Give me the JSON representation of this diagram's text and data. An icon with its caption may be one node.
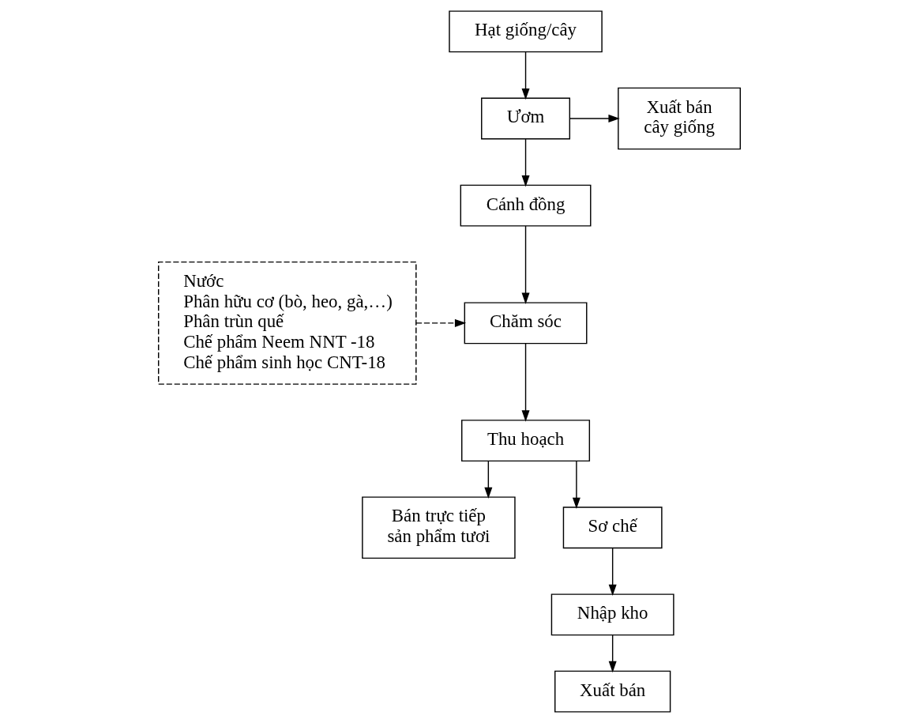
{
  "diagram": {
    "nodes": [
      {
        "text": [
          "Hạt giống/cây"
        ]
      },
      {
        "text": [
          "Ươm"
        ]
      },
      {
        "text": [
          "Xuất bán cây giống"
        ]
      },
      {
        "text": [
          "Nước",
          "Phân hữu cơ (bò, heo, gà,…)",
          "Phân trùn quế",
          "Chế phẩm Neem NNT -18",
          "Chế phẩm sinh học CNT-18"
        ]
      },
      {
        "text": [
          "Cánh đồng"
        ]
      },
      {
        "text": [
          "Chăm sóc"
        ]
      },
      {
        "text": [
          "Thu hoạch"
        ]
      },
      {
        "text": [
          "Bán trực tiếp sản phẩm tươi"
        ]
      },
      {
        "text": [
          "Sơ chế"
        ]
      },
      {
        "text": [
          "Nhập kho"
        ]
      },
      {
        "text": [
          "Xuất bán"
        ]
      }
    ],
    "edges": [
      {
        "from": 0,
        "to": 1,
        "arrow": "to"
      },
      {
        "from": 1,
        "to": 2,
        "arrow": "to"
      },
      {
        "from": 1,
        "to": 4,
        "arrow": "to"
      },
      {
        "from": 3,
        "to": 5,
        "arrow": "to",
        "style": "dashed"
      },
      {
        "from": 4,
        "to": 5,
        "arrow": "to"
      },
      {
        "from": 5,
        "to": 6,
        "arrow": "to"
      },
      {
        "from": 6,
        "to": 7,
        "arrow": "to"
      },
      {
        "from": 6,
        "to": 8,
        "arrow": "to"
      },
      {
        "from": 8,
        "to": 9,
        "arrow": "to"
      },
      {
        "from": 9,
        "to": 10,
        "arrow": "to"
      }
    ]
  }
}
